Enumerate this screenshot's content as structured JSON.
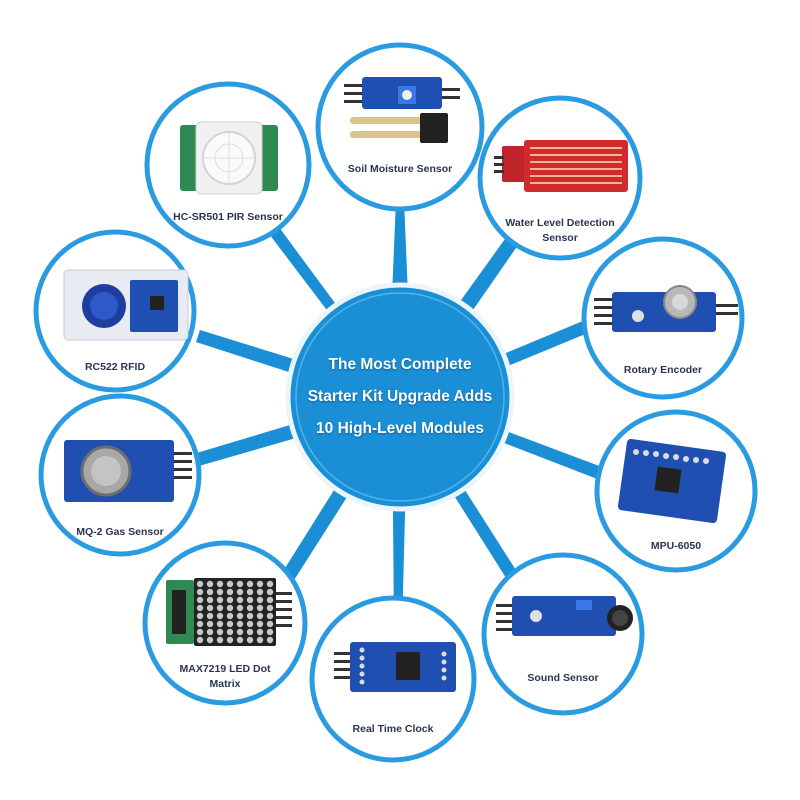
{
  "hub": {
    "line1": "The Most Complete",
    "line2": "Starter Kit Upgrade Adds",
    "line3": "10 High-Level Modules"
  },
  "modules": {
    "soil": {
      "label": "Soil Moisture Sensor"
    },
    "water": {
      "label": "Water Level Detection Sensor"
    },
    "rotary": {
      "label": "Rotary Encoder"
    },
    "mpu": {
      "label": "MPU-6050"
    },
    "sound": {
      "label": "Sound Sensor"
    },
    "rtc": {
      "label": "Real Time Clock"
    },
    "max": {
      "label": "MAX7219 LED Dot Matrix"
    },
    "mq2": {
      "label": "MQ-2 Gas Sensor"
    },
    "rfid": {
      "label": "RC522 RFID"
    },
    "pir": {
      "label": "HC-SR501 PIR Sensor"
    }
  },
  "colors": {
    "accent": "#1b8fd6",
    "ring": "#2a9be0",
    "pcb": "#1f4fb0",
    "label": "#2a3550"
  }
}
